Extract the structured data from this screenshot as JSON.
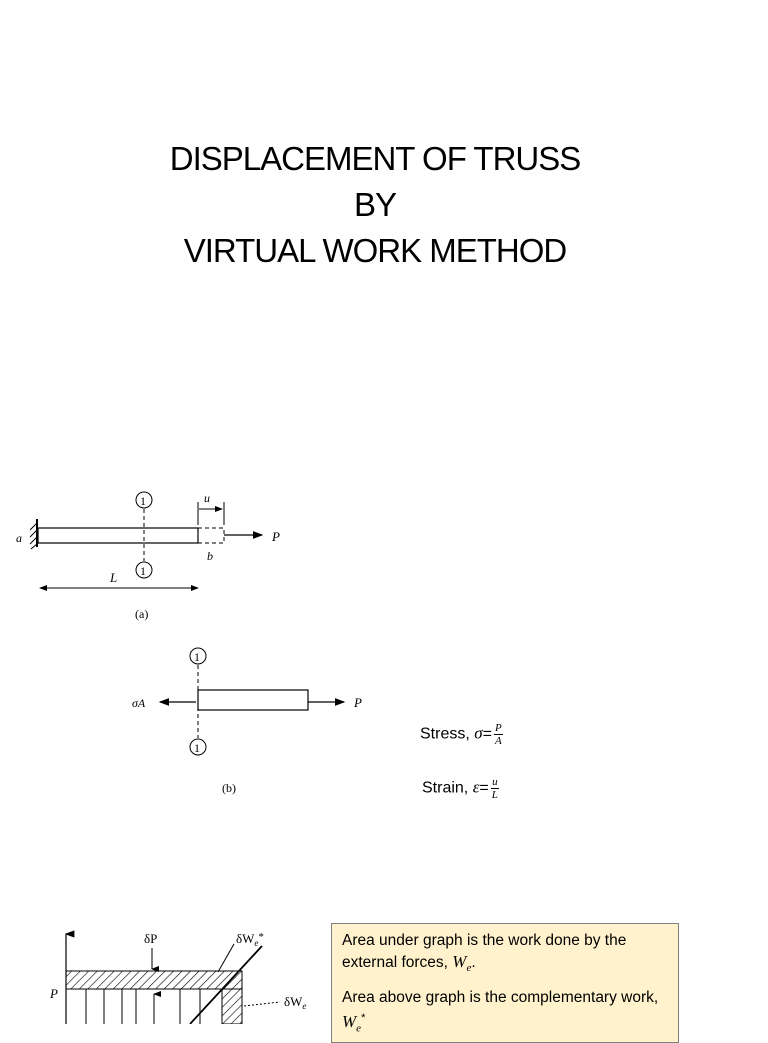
{
  "title": {
    "line1": "DISPLACEMENT OF TRUSS",
    "line2": "BY",
    "line3": "VIRTUAL WORK METHOD"
  },
  "figure_a": {
    "left_end": "a",
    "section_top": "1",
    "section_bottom": "1",
    "displacement": "u",
    "right_end": "b",
    "load": "P",
    "length": "L",
    "caption": "(a)"
  },
  "figure_b": {
    "section_top": "1",
    "section_bottom": "1",
    "internal_force": "σA",
    "load": "P",
    "caption": "(b)"
  },
  "stress": {
    "label": "Stress,",
    "symbol": "σ",
    "eq": "=",
    "num": "P",
    "den": "A"
  },
  "strain": {
    "label": "Strain,",
    "symbol": "ε",
    "eq": "=",
    "num": "u",
    "den": "L"
  },
  "graph": {
    "dP": "δP",
    "dWe_star": "δW",
    "dWe_star_sub": "e",
    "dWe_star_sup": "*",
    "P": "P",
    "dWe": "δW",
    "dWe_sub": "e"
  },
  "note": {
    "line1_text": "Area under graph is the work done by the external forces, ",
    "line1_sym": "W",
    "line1_sub": "e",
    "line1_end": ".",
    "line2_text": "Area above graph is the complementary work, ",
    "line2_sym": "W",
    "line2_sub": "e",
    "line2_sup": "*"
  }
}
